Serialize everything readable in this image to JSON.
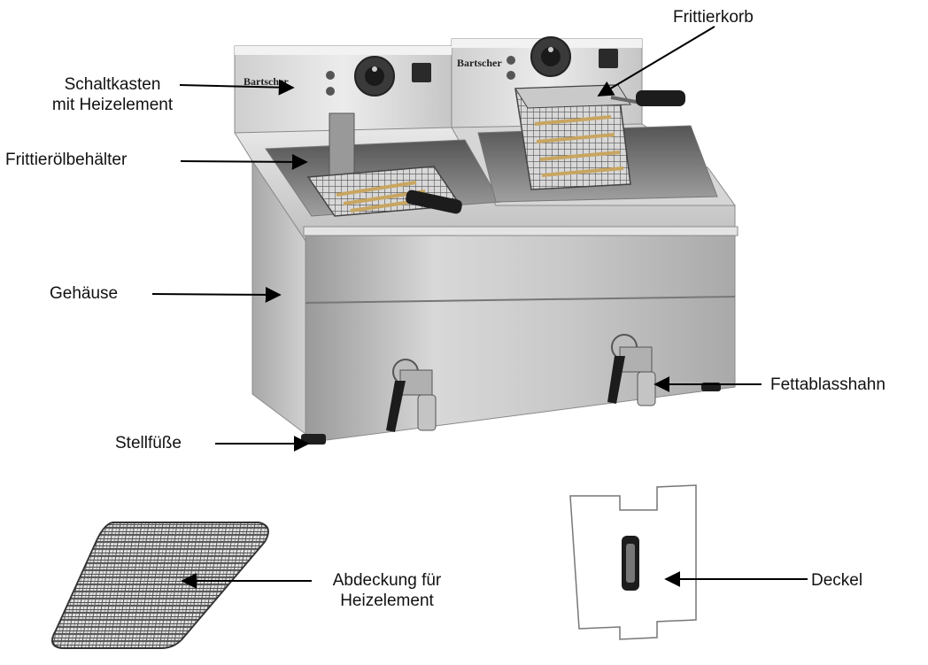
{
  "brand": {
    "logo_text": "Bartscher"
  },
  "labels": {
    "schaltkasten_line1": "Schaltkasten",
    "schaltkasten_line2": "mit Heizelement",
    "frittierkorb": "Frittierkorb",
    "frittieroelbehaelter": "Frittierölbehälter",
    "gehaeuse": "Gehäuse",
    "fettablasshahn": "Fettablasshahn",
    "stellfuesse": "Stellfüße",
    "abdeckung_line1": "Abdeckung für",
    "abdeckung_line2": "Heizelement",
    "deckel": "Deckel"
  },
  "colors": {
    "steel_light": "#e6e6e6",
    "steel_mid": "#bdbdbd",
    "steel_dark": "#8a8a8a",
    "handle": "#1c1c1c"
  }
}
